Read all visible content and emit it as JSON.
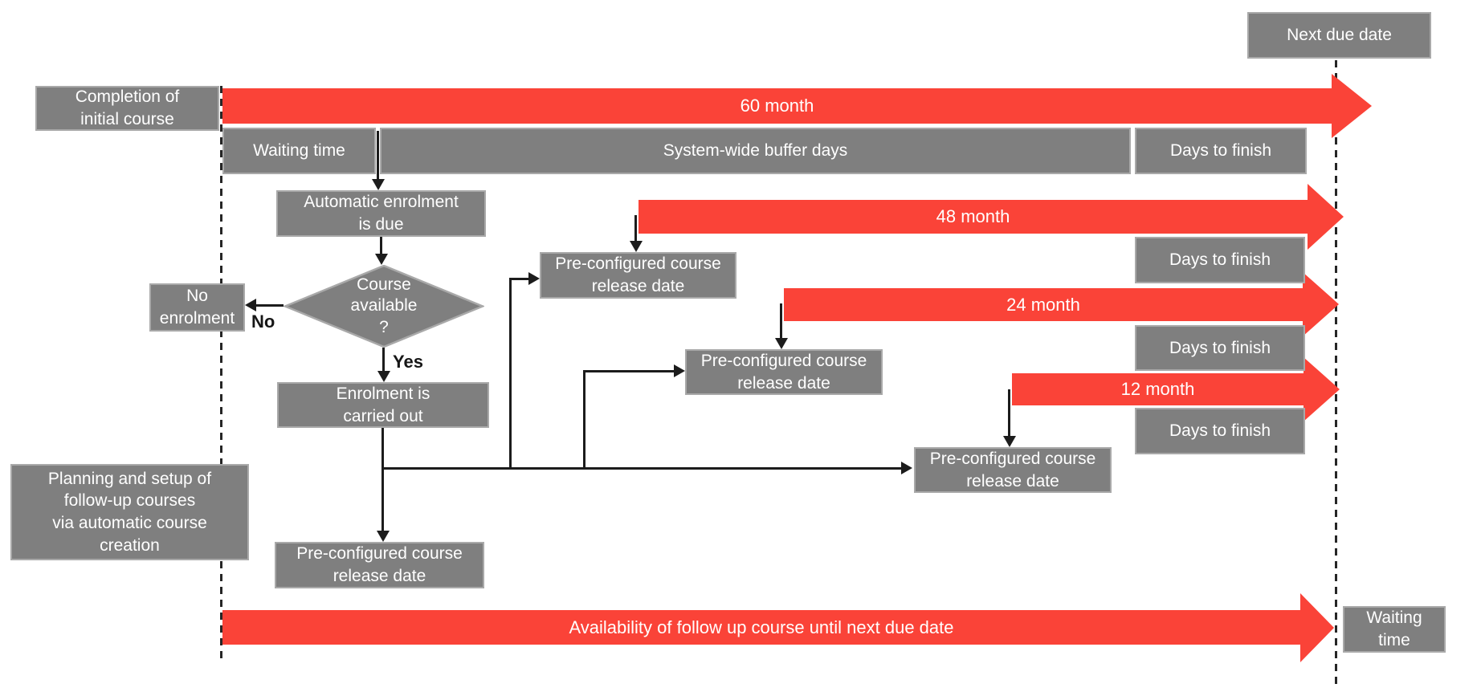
{
  "boxes": {
    "next_due_date": "Next due date",
    "completion": "Completion of\ninitial course",
    "waiting_time_top": "Waiting time",
    "buffer_days": "System-wide buffer days",
    "days_to_finish": "Days to finish",
    "auto_enrolment": "Automatic enrolment\nis due",
    "no_enrolment": "No\nenrolment",
    "decision": "Course\navailable\n?",
    "enrolment": "Enrolment is\ncarried out",
    "pre_release": "Pre-configured course\nrelease date",
    "planning": "Planning and setup of\nfollow-up courses\nvia automatic course\ncreation",
    "waiting_time_bottom": "Waiting\ntime"
  },
  "bars": {
    "m60": "60 month",
    "m48": "48 month",
    "m24": "24 month",
    "m12": "12 month",
    "availability": "Availability of follow up course until next due date"
  },
  "branch_labels": {
    "no": "No",
    "yes": "Yes"
  },
  "colors": {
    "box_gray": "#7f7f7f",
    "box_border": "#a9a9a9",
    "arrow_red": "#fa4338",
    "line_black": "#1c1c1c"
  }
}
